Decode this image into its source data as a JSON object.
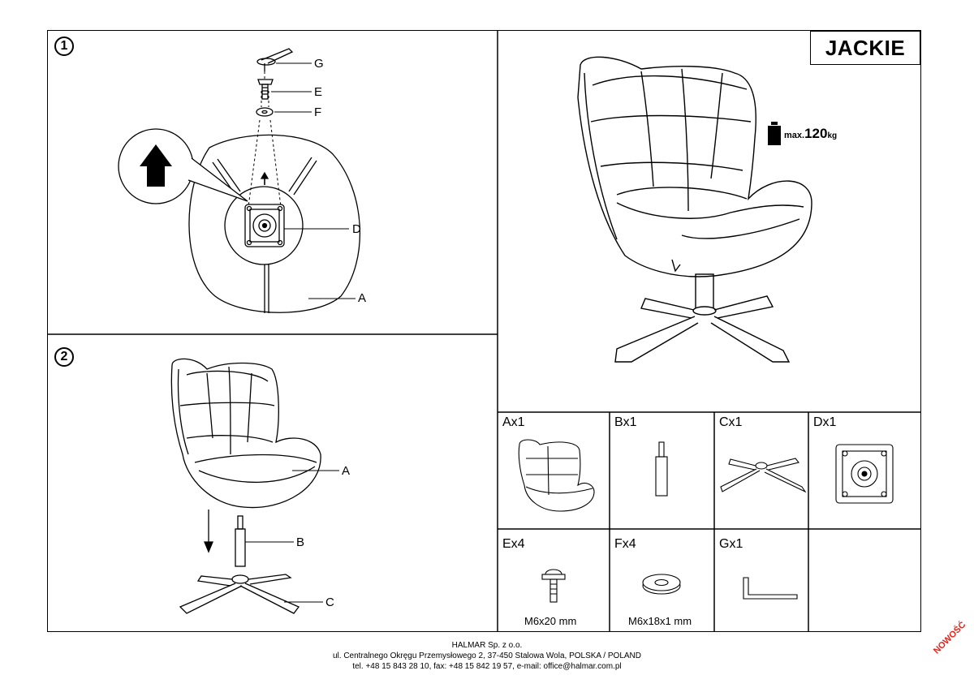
{
  "title": "JACKIE",
  "max_load": {
    "prefix": "max.",
    "value": "120",
    "unit": "kg"
  },
  "steps": {
    "step1": {
      "number": "1",
      "labels": {
        "g": "G",
        "e": "E",
        "f": "F",
        "d": "D",
        "a": "A"
      }
    },
    "step2": {
      "number": "2",
      "labels": {
        "a": "A",
        "b": "B",
        "c": "C"
      }
    }
  },
  "parts": [
    {
      "label": "Ax1"
    },
    {
      "label": "Bx1"
    },
    {
      "label": "Cx1"
    },
    {
      "label": "Dx1"
    },
    {
      "label": "Ex4",
      "spec": "M6x20 mm"
    },
    {
      "label": "Fx4",
      "spec": "M6x18x1 mm"
    },
    {
      "label": "Gx1"
    }
  ],
  "footer": {
    "company": "HALMAR Sp. z o.o.",
    "address": "ul. Centralnego Okręgu Przemysłowego 2, 37-450 Stalowa Wola, POLSKA / POLAND",
    "contact": "tel. +48 15 843 28 10, fax: +48 15 842 19 57, e-mail: office@halmar.com.pl"
  },
  "badge": "NOWOŚĆ",
  "colors": {
    "badge": "#e2231a",
    "line": "#000000"
  }
}
